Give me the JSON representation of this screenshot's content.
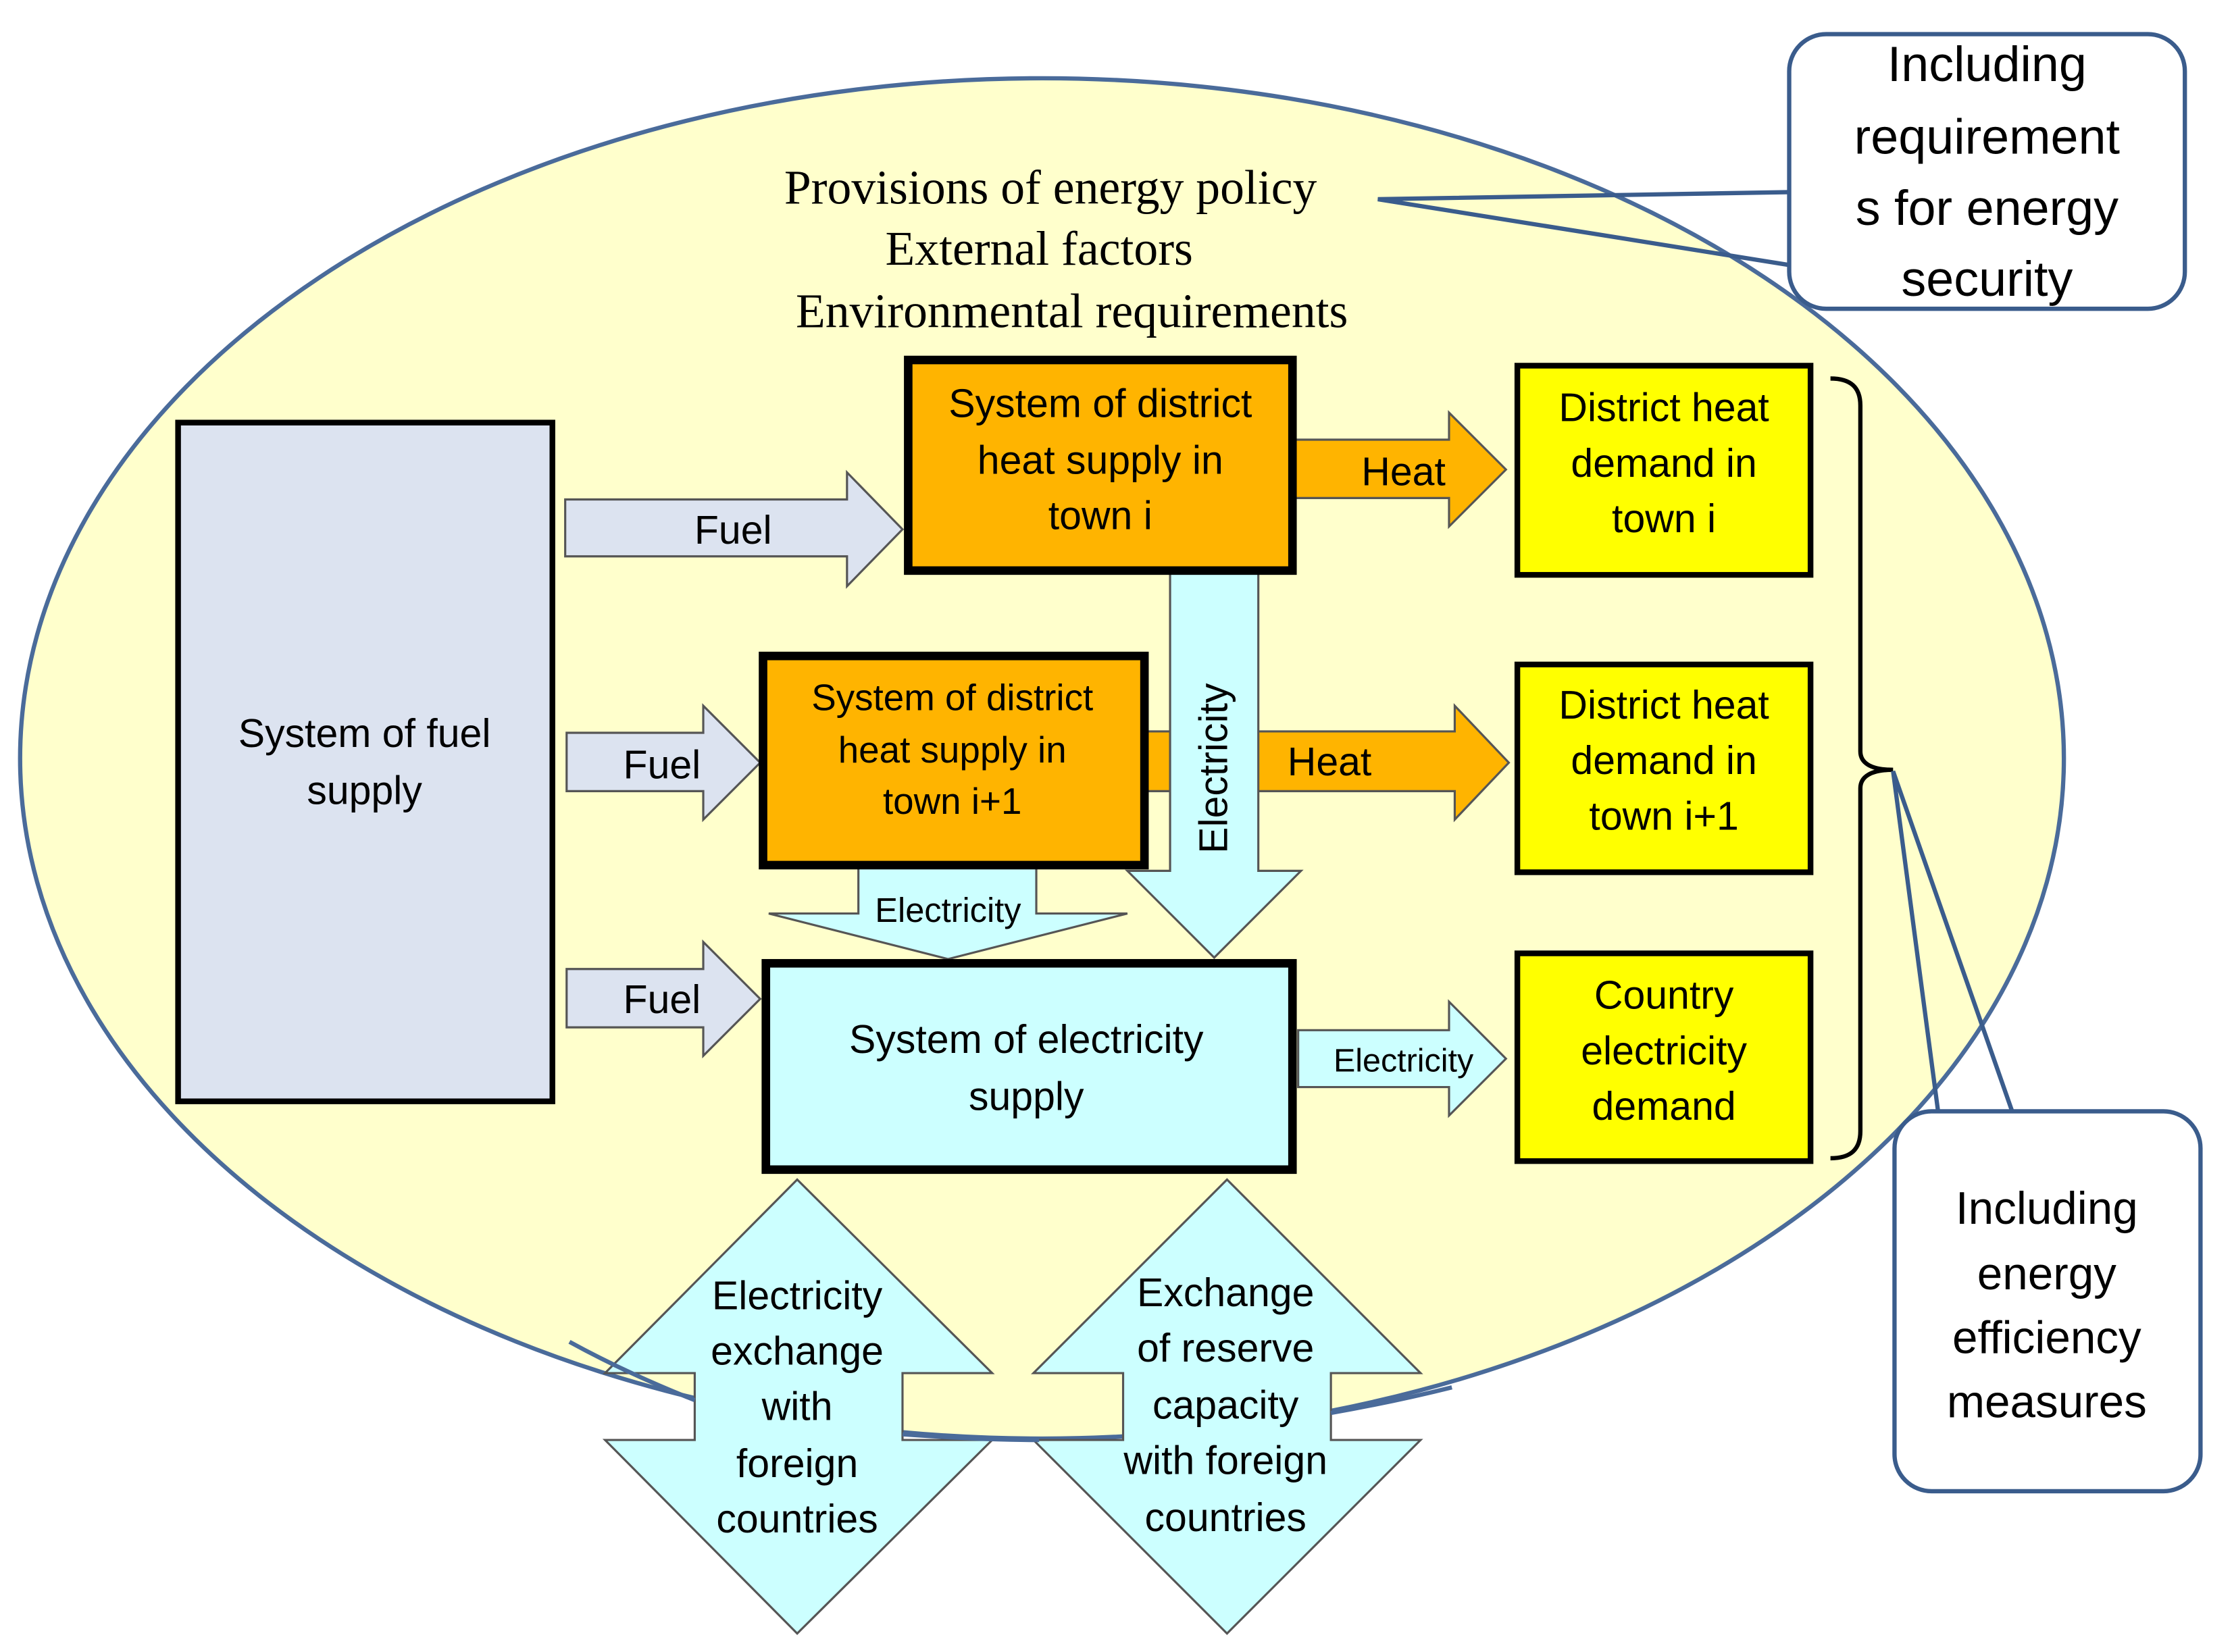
{
  "colors": {
    "ellipse_fill": "#ffffcc",
    "ellipse_stroke": "#4a6b9a",
    "fuel_box": "#dce3f0",
    "heat_box": "#ffb400",
    "demand_box": "#ffff00",
    "electricity_box": "#ccffff",
    "fuel_arrow": "#dce3f0",
    "heat_arrow": "#ffb400",
    "electricity_arrow": "#ccffff",
    "callout_stroke": "#3a5c8c"
  },
  "top_text": {
    "line1": "Provisions of energy policy",
    "line2": "External factors",
    "line3": "Environmental requirements"
  },
  "callouts": {
    "security": [
      "Including",
      "requirement",
      "s for energy",
      "security"
    ],
    "efficiency": [
      "Including",
      "energy",
      "efficiency",
      "measures"
    ]
  },
  "boxes": {
    "fuel_supply": [
      "System of fuel",
      "supply"
    ],
    "heat_supply_i": [
      "System of district",
      "heat supply in",
      "town i"
    ],
    "heat_supply_i1": [
      "System of district",
      "heat supply in",
      "town i+1"
    ],
    "electricity_supply": [
      "System of electricity",
      "supply"
    ],
    "heat_demand_i": [
      "District heat",
      "demand in",
      "town i"
    ],
    "heat_demand_i1": [
      "District heat",
      "demand in",
      "town i+1"
    ],
    "electricity_demand": [
      "Country",
      "electricity",
      "demand"
    ]
  },
  "arrows": {
    "fuel_top": "Fuel",
    "fuel_mid": "Fuel",
    "fuel_bottom": "Fuel",
    "heat_top": "Heat",
    "heat_mid": "Heat",
    "electricity_vertical": "Electricity",
    "electricity_down": "Electricity",
    "electricity_right": "Electricity"
  },
  "exchanges": {
    "electricity": [
      "Electricity",
      "exchange",
      "with",
      "foreign",
      "countries"
    ],
    "reserve": [
      "Exchange",
      "of reserve",
      "capacity",
      "with foreign",
      "countries"
    ]
  }
}
